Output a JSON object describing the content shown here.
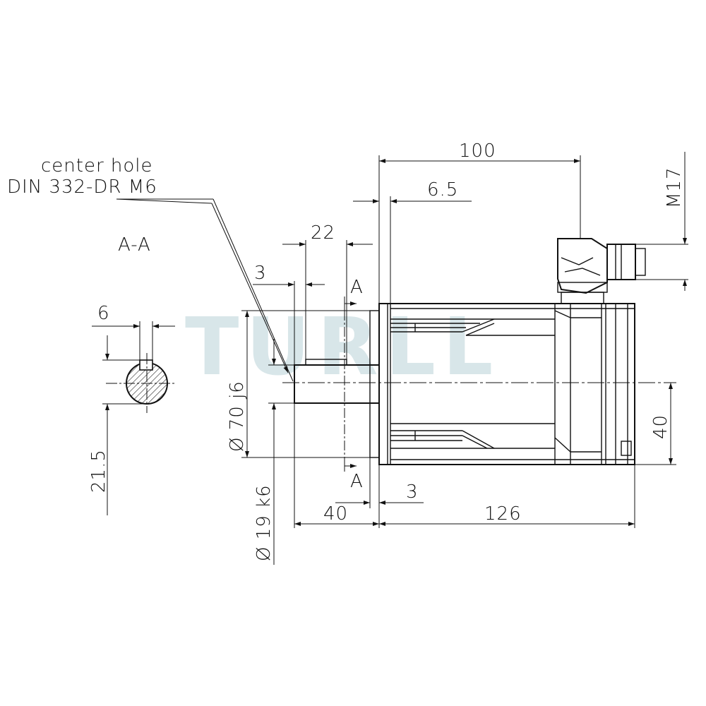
{
  "watermark": "TURLL",
  "callout": {
    "line1": "center hole",
    "line2": "DIN 332-DR M6"
  },
  "section_label": "A-A",
  "section_marks": {
    "top": "A",
    "bottom": "A"
  },
  "dimensions": {
    "overall_length": "100",
    "flange_offset": "6.5",
    "connector_thread": "M17",
    "key_length": "22",
    "key_offset": "3",
    "key_width": "6",
    "key_depth": "21.5",
    "pilot_diameter": "Ø 70 j6",
    "shaft_diameter": "Ø 19 k6",
    "shaft_length": "40",
    "flange_thickness": "3",
    "body_length": "126",
    "connector_height": "40"
  }
}
